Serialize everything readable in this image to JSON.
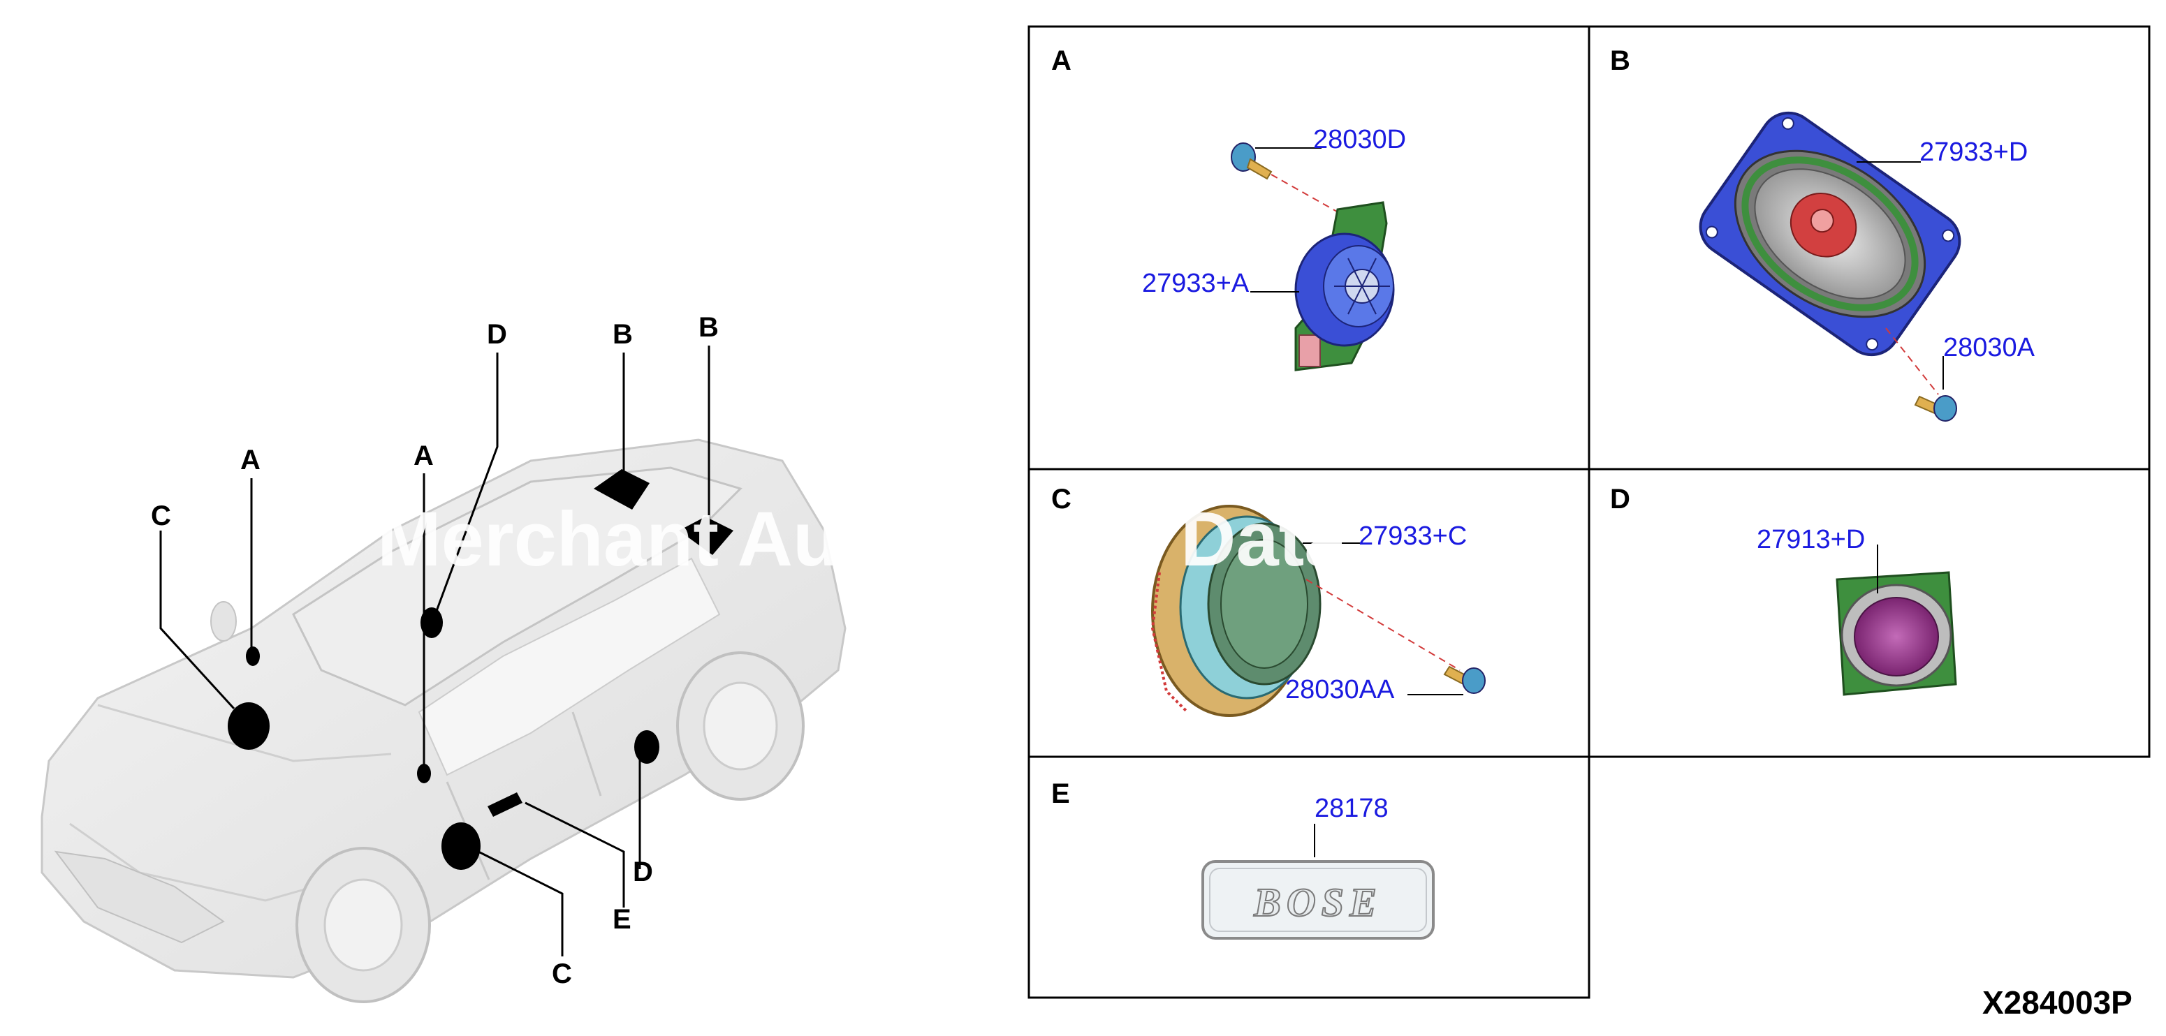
{
  "diagram_code": "X284003P",
  "watermark": "Merchant Auto",
  "watermark_tail": "Data",
  "car_callouts": [
    {
      "id": "car-callout-c-front",
      "letter": "C"
    },
    {
      "id": "car-callout-a-left",
      "letter": "A"
    },
    {
      "id": "car-callout-a-mid",
      "letter": "A"
    },
    {
      "id": "car-callout-d-top",
      "letter": "D"
    },
    {
      "id": "car-callout-b-left",
      "letter": "B"
    },
    {
      "id": "car-callout-b-right",
      "letter": "B"
    },
    {
      "id": "car-callout-d-rear",
      "letter": "D"
    },
    {
      "id": "car-callout-e",
      "letter": "E"
    },
    {
      "id": "car-callout-c-door",
      "letter": "C"
    }
  ],
  "cells": {
    "a": {
      "letter": "A",
      "parts": [
        "28030D",
        "27933+A"
      ]
    },
    "b": {
      "letter": "B",
      "parts": [
        "27933+D",
        "28030A"
      ]
    },
    "c": {
      "letter": "C",
      "parts": [
        "27933+C",
        "28030AA"
      ]
    },
    "d": {
      "letter": "D",
      "parts": [
        "27913+D"
      ]
    },
    "e": {
      "letter": "E",
      "parts": [
        "28178"
      ],
      "badge_text": "BOSE"
    }
  },
  "colors": {
    "part_number": "#1a1ae0",
    "leader_dashed": "#d23a3a",
    "speaker_blue": "#3a4fd6",
    "bracket_green": "#3e8f3e",
    "cone_red": "#d24040",
    "tweeter_purple": "#9a3a8a"
  }
}
